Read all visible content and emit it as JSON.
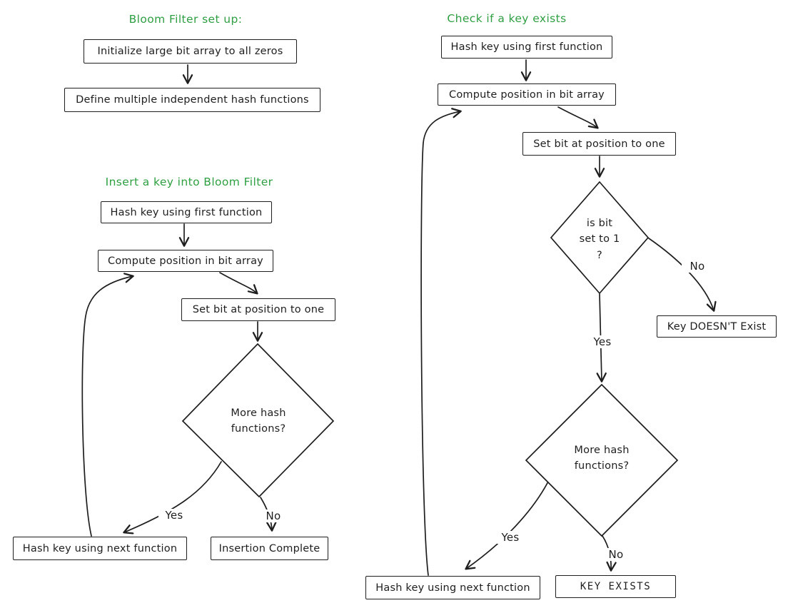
{
  "colors": {
    "stroke": "#1e1e1e",
    "title_green": "#2f9e44",
    "background": "#ffffff"
  },
  "sections": {
    "setup": {
      "title": "Bloom Filter set up:",
      "nodes": {
        "init": "Initialize large bit array to all zeros",
        "define": "Define multiple independent hash functions"
      }
    },
    "insert": {
      "title": "Insert a key into Bloom Filter",
      "nodes": {
        "hash_first": "Hash key using first function",
        "compute": "Compute position in bit array",
        "set_bit": "Set bit at position to one",
        "more_hash": "More hash\nfunctions?",
        "hash_next": "Hash key using next function",
        "complete": "Insertion Complete"
      },
      "labels": {
        "yes": "Yes",
        "no": "No"
      }
    },
    "check": {
      "title": "Check if a key exists",
      "nodes": {
        "hash_first": "Hash key using first function",
        "compute": "Compute position in bit array",
        "set_bit": "Set bit at position to one",
        "is_bit_set": "is bit\nset to 1\n?",
        "more_hash": "More hash\nfunctions?",
        "key_doesnt_exist": "Key DOESN'T Exist",
        "hash_next": "Hash key using next function",
        "key_exists": "KEY EXISTS"
      },
      "labels": {
        "bit_yes": "Yes",
        "bit_no": "No",
        "more_yes": "Yes",
        "more_no": "No"
      }
    }
  }
}
